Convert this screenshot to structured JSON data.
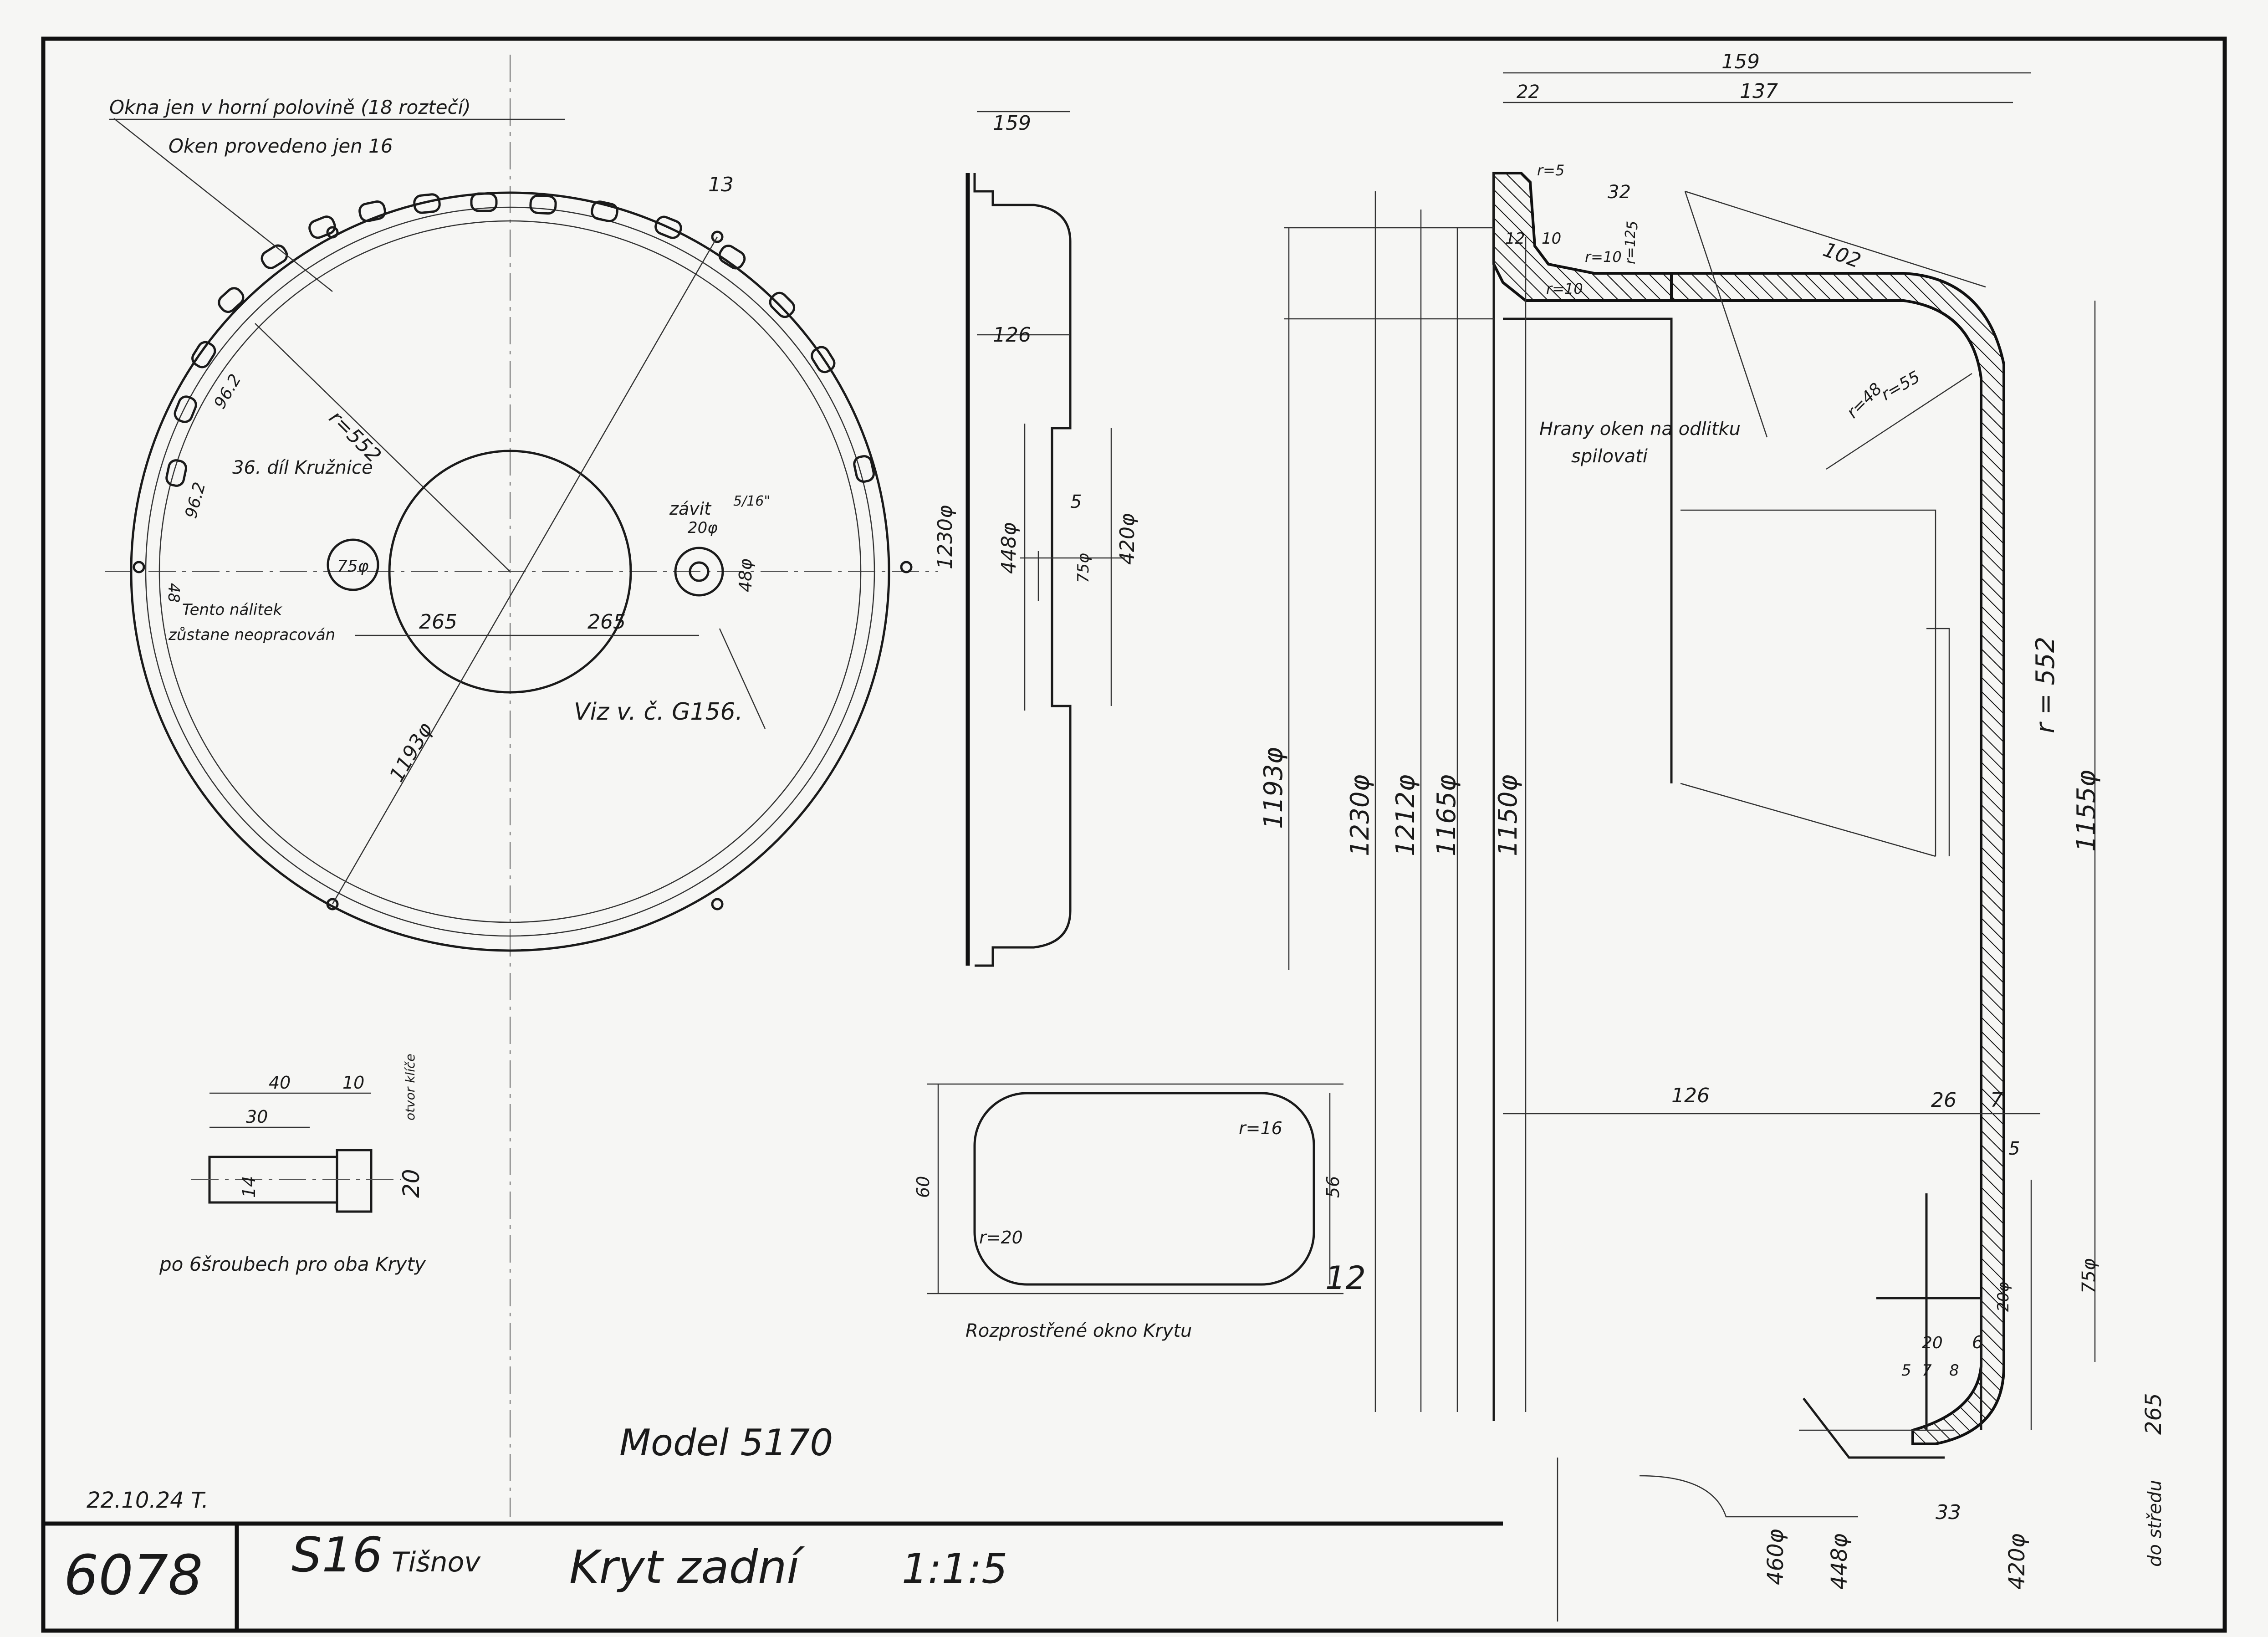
{
  "title_block": {
    "drawing_number": "6078",
    "series": "S16",
    "maker": "Tišnov",
    "part": "Kryt zadní",
    "scale": "1:1:5",
    "date": "22.10.24 T."
  },
  "model": "Model 5170",
  "notes": {
    "windows_upper": "Okna jen v horní polovině (18 roztečí)",
    "windows_done": "Oken provedeno jen 16",
    "division": "36. díl Kružnice",
    "boss_1": "Tento nálitek",
    "boss_2": "zůstane neopracován",
    "thread": "závit",
    "thread_size": "5/16\"",
    "see_drawing": "Viz v. č. G156.",
    "edges_1": "Hrany oken na odlitku",
    "edges_2": "spilovati",
    "screws": "po 6šroubech pro oba Kryty",
    "spread_window": "Rozprostřené okno Krytu",
    "key_width": "otvor klíče",
    "to_center": "do středu"
  },
  "dims": {
    "d159": "159",
    "d126": "126",
    "d13": "13",
    "r552": "r=552",
    "d962a": "96.2",
    "d962b": "96.2",
    "d48": "48",
    "d75": "75φ",
    "d265a": "265",
    "d265b": "265",
    "d20": "20φ",
    "d48b": "48φ",
    "d1193": "1193φ",
    "d1230": "1230φ",
    "d448": "448φ",
    "d420": "420φ",
    "d5": "5",
    "d75b": "75φ",
    "d40": "40",
    "d10": "10",
    "d30": "30",
    "d20b": "20",
    "d14": "14",
    "d60": "60",
    "d56": "56",
    "r16": "r=16",
    "r20": "r=20",
    "d12": "12",
    "p159": "159",
    "p22": "22",
    "p137": "137",
    "pr5": "r=5",
    "p32": "32",
    "p12": "12",
    "p10": "10",
    "pr10a": "r=10",
    "pr10b": "r=10",
    "pr12": "r=12",
    "p5": "5",
    "p102": "102",
    "pr48": "r=48",
    "pr55": "r=55",
    "p1193": "1193φ",
    "p1230": "1230φ",
    "p1212": "1212φ",
    "p1165": "1165φ",
    "p1150": "1150φ",
    "pr552": "r = 552",
    "p1155": "1155φ",
    "p126": "126",
    "p26": "26",
    "p7": "7",
    "p5b": "5",
    "p75": "75φ",
    "p20": "20φ",
    "p20b": "20",
    "p5c": "5",
    "p7b": "7",
    "p8": "8",
    "p6": "6",
    "p460": "460φ",
    "p448": "448φ",
    "p33": "33",
    "p420": "420φ",
    "p265": "265"
  }
}
